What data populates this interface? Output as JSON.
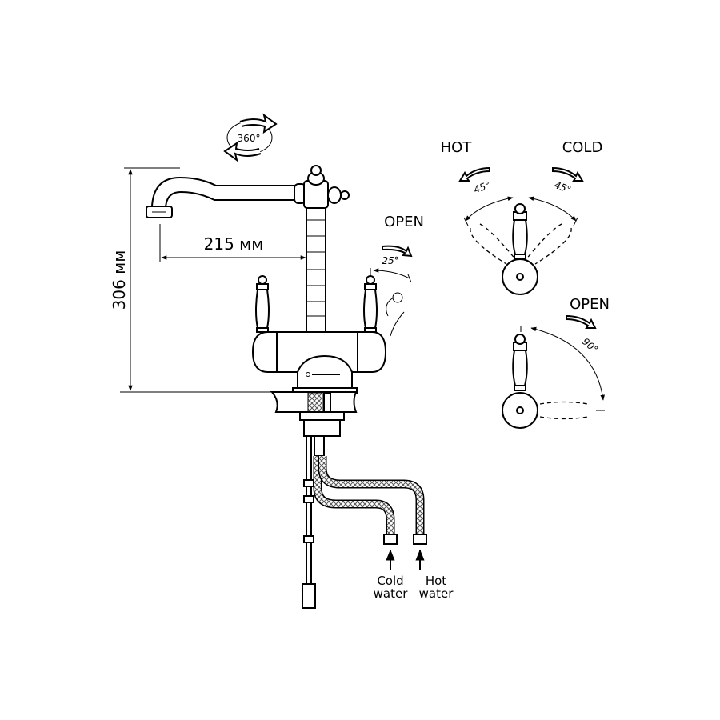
{
  "rotation": {
    "label": "360°"
  },
  "dimensions": {
    "height": "306 мм",
    "reach": "215 мм"
  },
  "side_view": {
    "open_label": "OPEN",
    "angle": "25°"
  },
  "temperature_view": {
    "hot_label": "HOT",
    "cold_label": "COLD",
    "hot_angle": "45°",
    "cold_angle": "45°"
  },
  "open_view": {
    "open_label": "OPEN",
    "angle": "90°"
  },
  "inlets": {
    "cold": [
      "Cold",
      "water"
    ],
    "hot": [
      "Hot",
      "water"
    ]
  },
  "colors": {
    "line": "#000000",
    "background": "#ffffff"
  }
}
